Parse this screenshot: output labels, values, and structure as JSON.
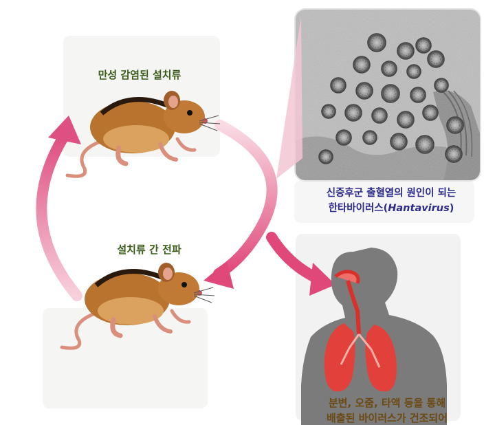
{
  "labels": {
    "rodent_top": "만성 감염된 설치류",
    "rodent_bottom": "설치류 간 전파",
    "caption_line1": "신증후군 출혈열의 원인이 되는",
    "caption_line2_prefix": "한타바이러스(",
    "caption_line2_italic": "Hantavirus",
    "caption_line2_suffix": ")",
    "route_line1": "분변, 오줌, 타액 등을 통해",
    "route_line2": "배출된 바이러스가 건조되어"
  },
  "colors": {
    "arrow": "#e0487a",
    "arrow_light": "#f4b8cc",
    "rodent_label": "#3a5a17",
    "caption": "#2b2b8c",
    "route": "#6b4a12",
    "lung": "#d9302b",
    "body": "#7b7b7b"
  }
}
